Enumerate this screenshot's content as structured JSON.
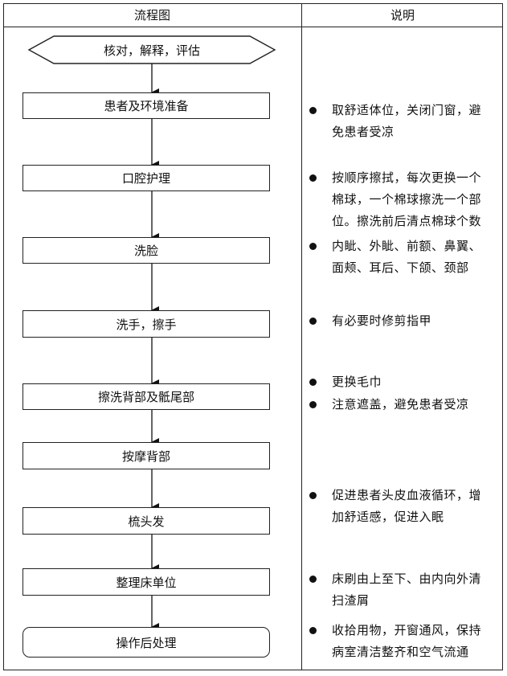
{
  "header": {
    "flow_col": "流程图",
    "note_col": "说明"
  },
  "steps": [
    "核对，解释，评估",
    "患者及环境准备",
    "口腔护理",
    "洗脸",
    "洗手，擦手",
    "擦洗背部及骶尾部",
    "按摩背部",
    "梳头发",
    "整理床单位",
    "操作后处理"
  ],
  "notes": [
    "取舒适体位，关闭门窗，避免患者受凉",
    "按顺序擦拭，每次更换一个棉球，一个棉球擦洗一个部位。擦洗前后清点棉球个数",
    "内眦、外眦、前额、鼻翼、面颊、耳后、下颌、颈部",
    "有必要时修剪指甲",
    "更换毛巾",
    "注意遮盖，避免患者受凉",
    "促进患者头皮血液循环，增加舒适感，促进入眠",
    "床刷由上至下、由内向外清扫渣屑",
    "收拾用物，开窗通风，保持病室清洁整齐和空气流通"
  ]
}
